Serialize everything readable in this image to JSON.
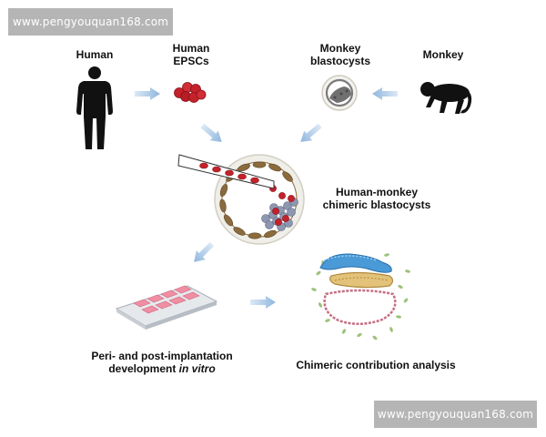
{
  "watermarks": {
    "top": "www.pengyouquan168.com",
    "bottom": "www.pengyouquan168.com"
  },
  "labels": {
    "human": "Human",
    "human_epscs_line1": "Human",
    "human_epscs_line2": "EPSCs",
    "monkey_blastocysts_line1": "Monkey",
    "monkey_blastocysts_line2": "blastocysts",
    "monkey": "Monkey",
    "chimeric_line1": "Human-monkey",
    "chimeric_line2": "chimeric blastocysts",
    "peri_line1": "Peri- and post-implantation",
    "peri_line2_prefix": "development ",
    "peri_line2_italic": "in vitro",
    "analysis": "Chimeric contribution analysis"
  },
  "icons": {
    "human": "human-silhouette-icon",
    "epsc": "cell-cluster-icon",
    "monkey_blastocyst": "blastocyst-icon",
    "monkey": "monkey-silhouette-icon",
    "chimera": "chimeric-blastocyst-icon",
    "culture": "culture-plate-icon",
    "embryo": "embryo-section-icon"
  },
  "colors": {
    "arrow": "#9fc2e3",
    "human_cell": "#c4222b",
    "monkey_cell": "#8b6b3d",
    "icm": "#8e97b0"
  }
}
